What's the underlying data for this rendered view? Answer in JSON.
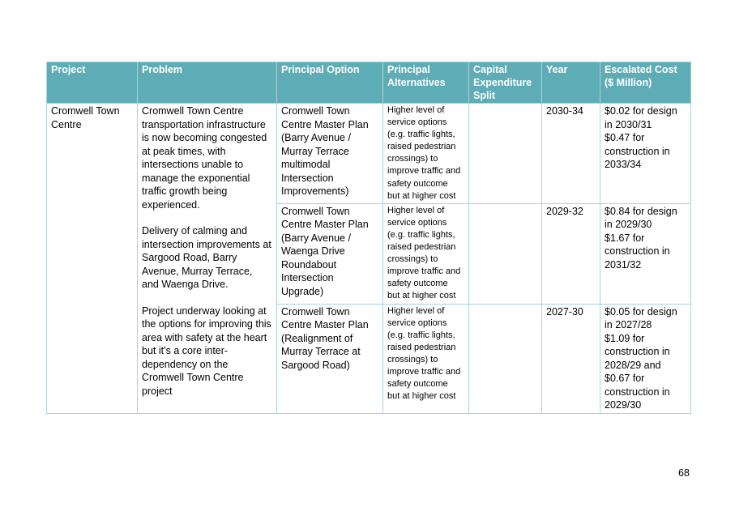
{
  "headers": {
    "project": "Project",
    "problem": "Problem",
    "principal_option": "Principal Option",
    "principal_alternatives": "Principal\nAlternatives",
    "capital_expenditure_split": "Capital\nExpenditure\nSplit",
    "year": "Year",
    "escalated_cost": "Escalated Cost\n($ Million)"
  },
  "project": "Cromwell Town\nCentre",
  "problem": {
    "p1": "Cromwell Town Centre\ntransportation infrastructure\nis now becoming congested\nat peak times, with\nintersections unable to\nmanage the exponential\ntraffic growth being\nexperienced.",
    "p2": "Delivery of calming and\nintersection improvements at\nSargood Road, Barry\nAvenue, Murray Terrace,\nand Waenga Drive.",
    "p3": "Project underway looking at\nthe options for improving this\narea with safety at the heart\nbut it’s a core inter-\ndependency on the\nCromwell Town Centre\nproject"
  },
  "rows": [
    {
      "option": "Cromwell Town\nCentre Master Plan\n(Barry Avenue /\nMurray Terrace\nmultimodal\nIntersection\nImprovements)",
      "alternatives": "Higher level of\nservice options\n(e.g. traffic lights,\nraised pedestrian\ncrossings) to\nimprove traffic and\nsafety outcome\nbut at higher cost",
      "capex": "",
      "year": "2030-34",
      "cost": "$0.02 for design\nin 2030/31\n$0.47 for\nconstruction in\n2033/34"
    },
    {
      "option": "Cromwell Town\nCentre Master Plan\n(Barry Avenue /\nWaenga Drive\nRoundabout\nIntersection\nUpgrade)",
      "alternatives": "Higher level of\nservice options\n(e.g. traffic lights,\nraised pedestrian\ncrossings) to\nimprove traffic and\nsafety outcome\nbut at higher cost",
      "capex": "",
      "year": "2029-32",
      "cost": "$0.84 for design\nin 2029/30\n$1.67 for\nconstruction in\n2031/32"
    },
    {
      "option": "Cromwell Town\nCentre Master Plan\n(Realignment of\nMurray Terrace at\nSargood Road)",
      "alternatives": "Higher level of\nservice options\n(e.g. traffic lights,\nraised pedestrian\ncrossings) to\nimprove traffic and\nsafety outcome\nbut at higher cost",
      "capex": "",
      "year": "2027-30",
      "cost": "$0.05 for design\nin 2027/28\n$1.09 for\nconstruction in\n2028/29 and\n$0.67 for\nconstruction in\n2029/30"
    }
  ],
  "page_number": "68"
}
